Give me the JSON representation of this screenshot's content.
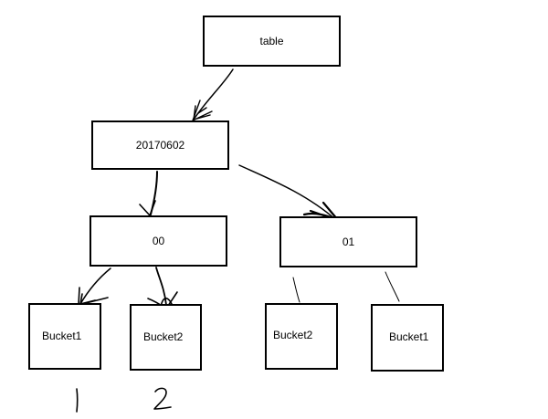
{
  "diagram": {
    "nodes": [
      {
        "id": "table",
        "label": "table"
      },
      {
        "id": "date",
        "label": "20170602"
      },
      {
        "id": "part_00",
        "label": "00"
      },
      {
        "id": "part_01",
        "label": "01"
      },
      {
        "id": "bucket1_left",
        "label": "Bucket1"
      },
      {
        "id": "bucket2_left",
        "label": "Bucket2"
      },
      {
        "id": "bucket2_right",
        "label": "Bucket2"
      },
      {
        "id": "bucket1_right",
        "label": "Bucket1"
      }
    ],
    "edges": [
      {
        "from": "table",
        "to": "date",
        "arrow": true
      },
      {
        "from": "date",
        "to": "part_00",
        "arrow": true
      },
      {
        "from": "date",
        "to": "part_01",
        "arrow": true
      },
      {
        "from": "part_00",
        "to": "bucket1_left",
        "arrow": true
      },
      {
        "from": "part_00",
        "to": "bucket2_left",
        "arrow": true
      },
      {
        "from": "part_01",
        "to": "bucket2_right",
        "arrow": false
      },
      {
        "from": "part_01",
        "to": "bucket1_right",
        "arrow": false
      }
    ],
    "handwritten": [
      "1",
      "2"
    ]
  }
}
